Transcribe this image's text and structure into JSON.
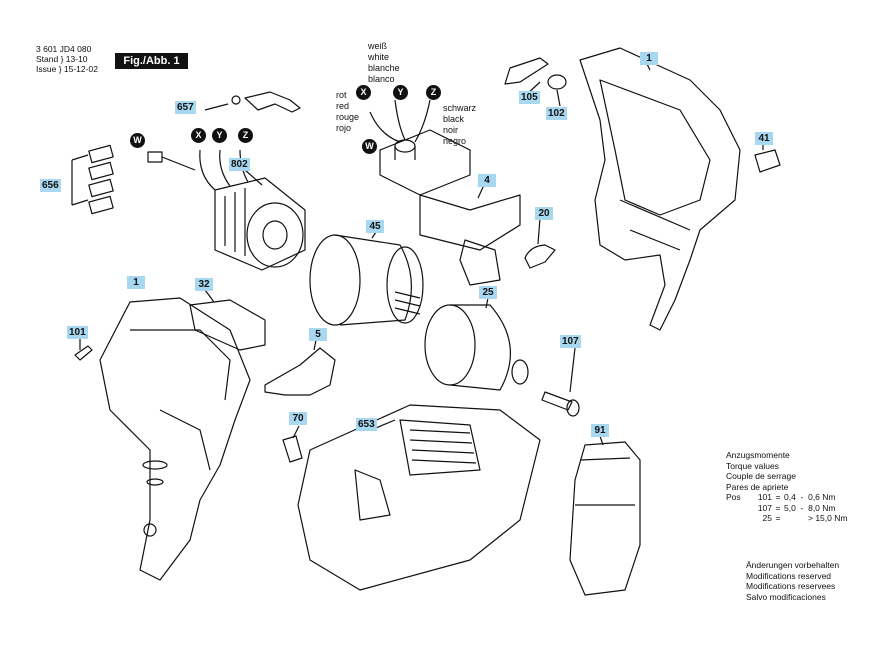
{
  "header": {
    "part_no": "3 601 JD4 080",
    "stand_label": "Stand",
    "stand_value": "13-10",
    "issue_label": "Issue",
    "issue_value": "15-12-02",
    "fig_label": "Fig./Abb. 1"
  },
  "wire_colors": {
    "white": [
      "weiß",
      "white",
      "blanche",
      "blanco"
    ],
    "red": [
      "rot",
      "red",
      "rouge",
      "rojo"
    ],
    "black": [
      "schwarz",
      "black",
      "noir",
      "negro"
    ]
  },
  "circle_labels": [
    "W",
    "X",
    "Y",
    "Z"
  ],
  "part_numbers": {
    "p657": "657",
    "p656": "656",
    "p802": "802",
    "p105": "105",
    "p102": "102",
    "p1a": "1",
    "p1b": "1",
    "p41": "41",
    "p4": "4",
    "p20": "20",
    "p45": "45",
    "p25": "25",
    "p32": "32",
    "p101": "101",
    "p5": "5",
    "p107": "107",
    "p70": "70",
    "p653": "653",
    "p91": "91"
  },
  "torque": {
    "title": [
      "Anzugsmomente",
      "Torque values",
      "Couple de serrage",
      "Pares de apriete"
    ],
    "pos_label": "Pos",
    "rows": [
      {
        "pos": "101",
        "eq": "=",
        "value": "0,4  -  0,6 Nm"
      },
      {
        "pos": "107",
        "eq": "=",
        "value": "5,0  -  8,0 Nm"
      },
      {
        "pos": "25",
        "eq": "=",
        "value": "> 15,0 Nm"
      }
    ]
  },
  "modifications": [
    "Änderungen vorbehalten",
    "Modifications reserved",
    "Modifications reservees",
    "Salvo modificaciones"
  ]
}
